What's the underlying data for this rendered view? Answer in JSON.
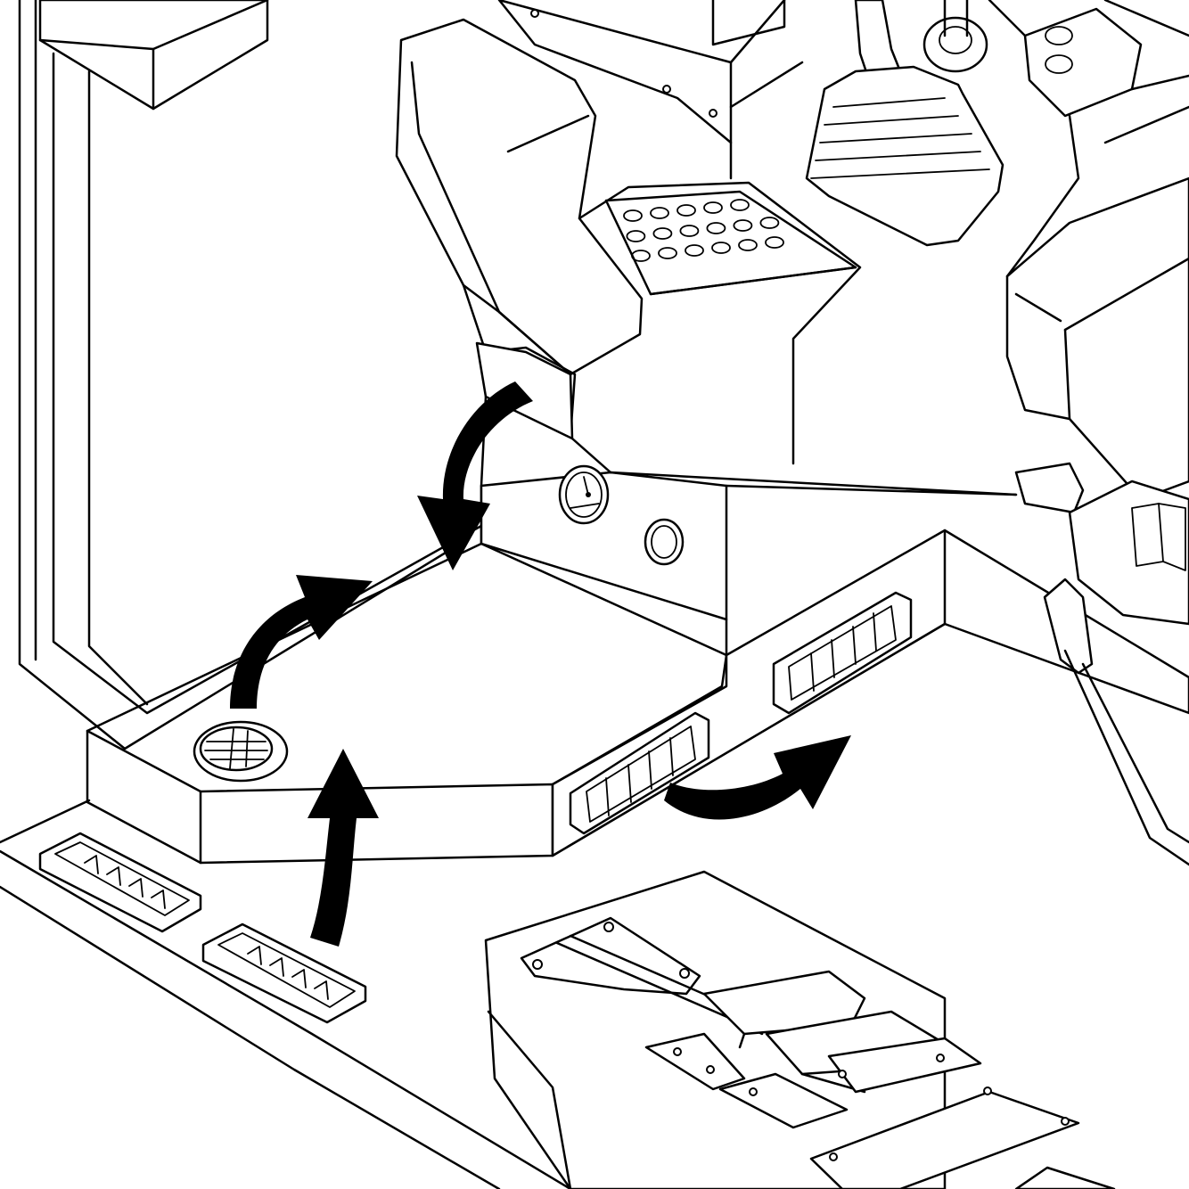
{
  "figure": {
    "subject": "",
    "colors": {
      "line": "#000000",
      "background": "#ffffff",
      "arrow": "#000000"
    }
  },
  "airflow_arrows": [
    {
      "id": "arrow-pillar-down"
    },
    {
      "id": "arrow-round-vent-up"
    },
    {
      "id": "arrow-floor-vent-up"
    },
    {
      "id": "arrow-side-vent-right"
    }
  ]
}
